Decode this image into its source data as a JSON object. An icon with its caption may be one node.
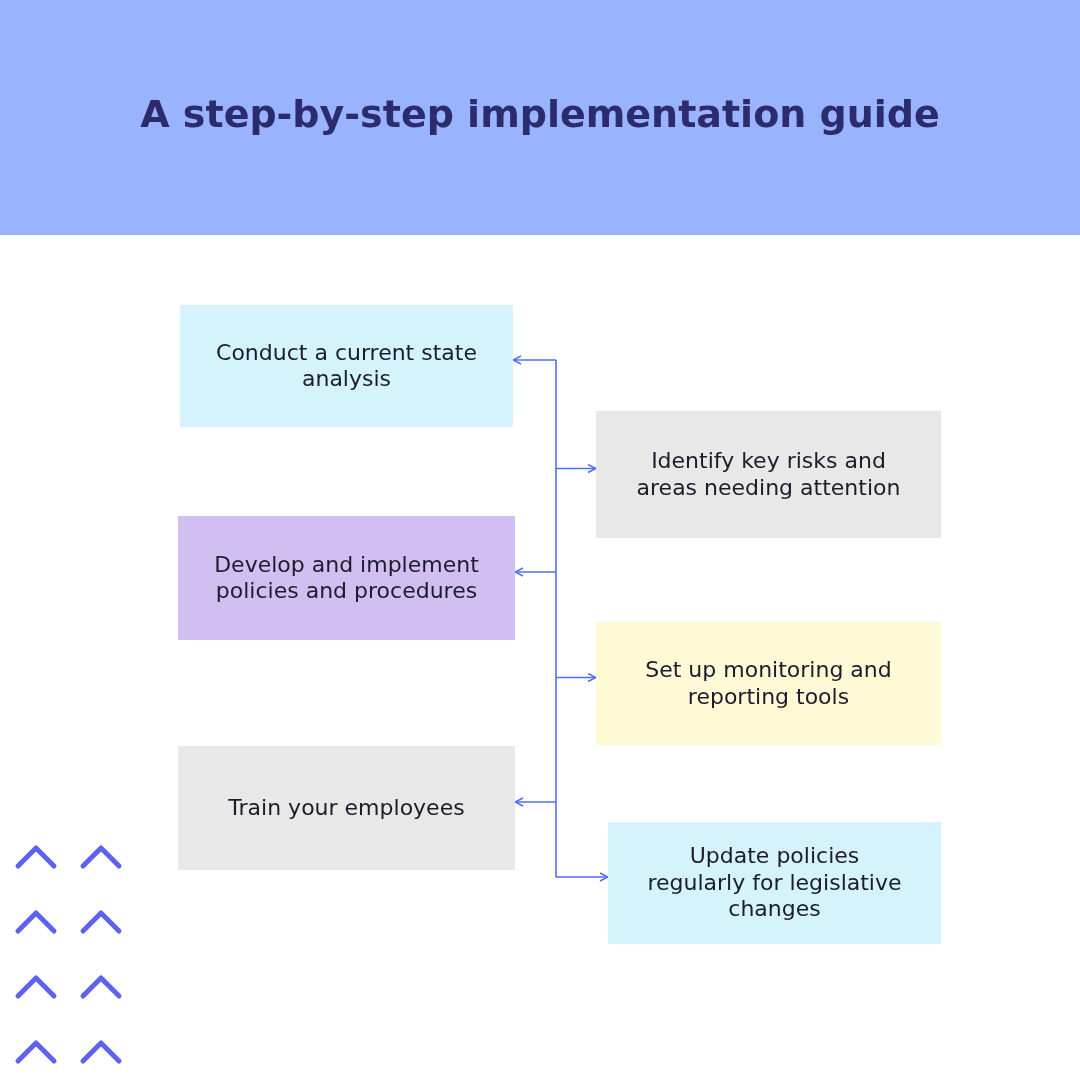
{
  "diagram": {
    "title": "A step-by-step implementation guide",
    "nodes": [
      {
        "text": [
          "Conduct a current state analysis"
        ]
      },
      {
        "text": [
          "Identify key risks and areas needing attention"
        ]
      },
      {
        "text": [
          "Develop and implement policies and procedures"
        ]
      },
      {
        "text": [
          "Set up monitoring and reporting tools"
        ]
      },
      {
        "text": [
          "Train your employees"
        ]
      },
      {
        "text": [
          "Update policies regularly for legislative changes"
        ]
      }
    ],
    "edges": [
      {
        "from": null,
        "to": 0,
        "arrow": "to"
      },
      {
        "from": null,
        "to": 1,
        "arrow": "to"
      },
      {
        "from": null,
        "to": 2,
        "arrow": "to"
      },
      {
        "from": null,
        "to": 3,
        "arrow": "to"
      },
      {
        "from": null,
        "to": 4,
        "arrow": "to"
      },
      {
        "from": null,
        "to": 5,
        "arrow": "to"
      }
    ]
  }
}
